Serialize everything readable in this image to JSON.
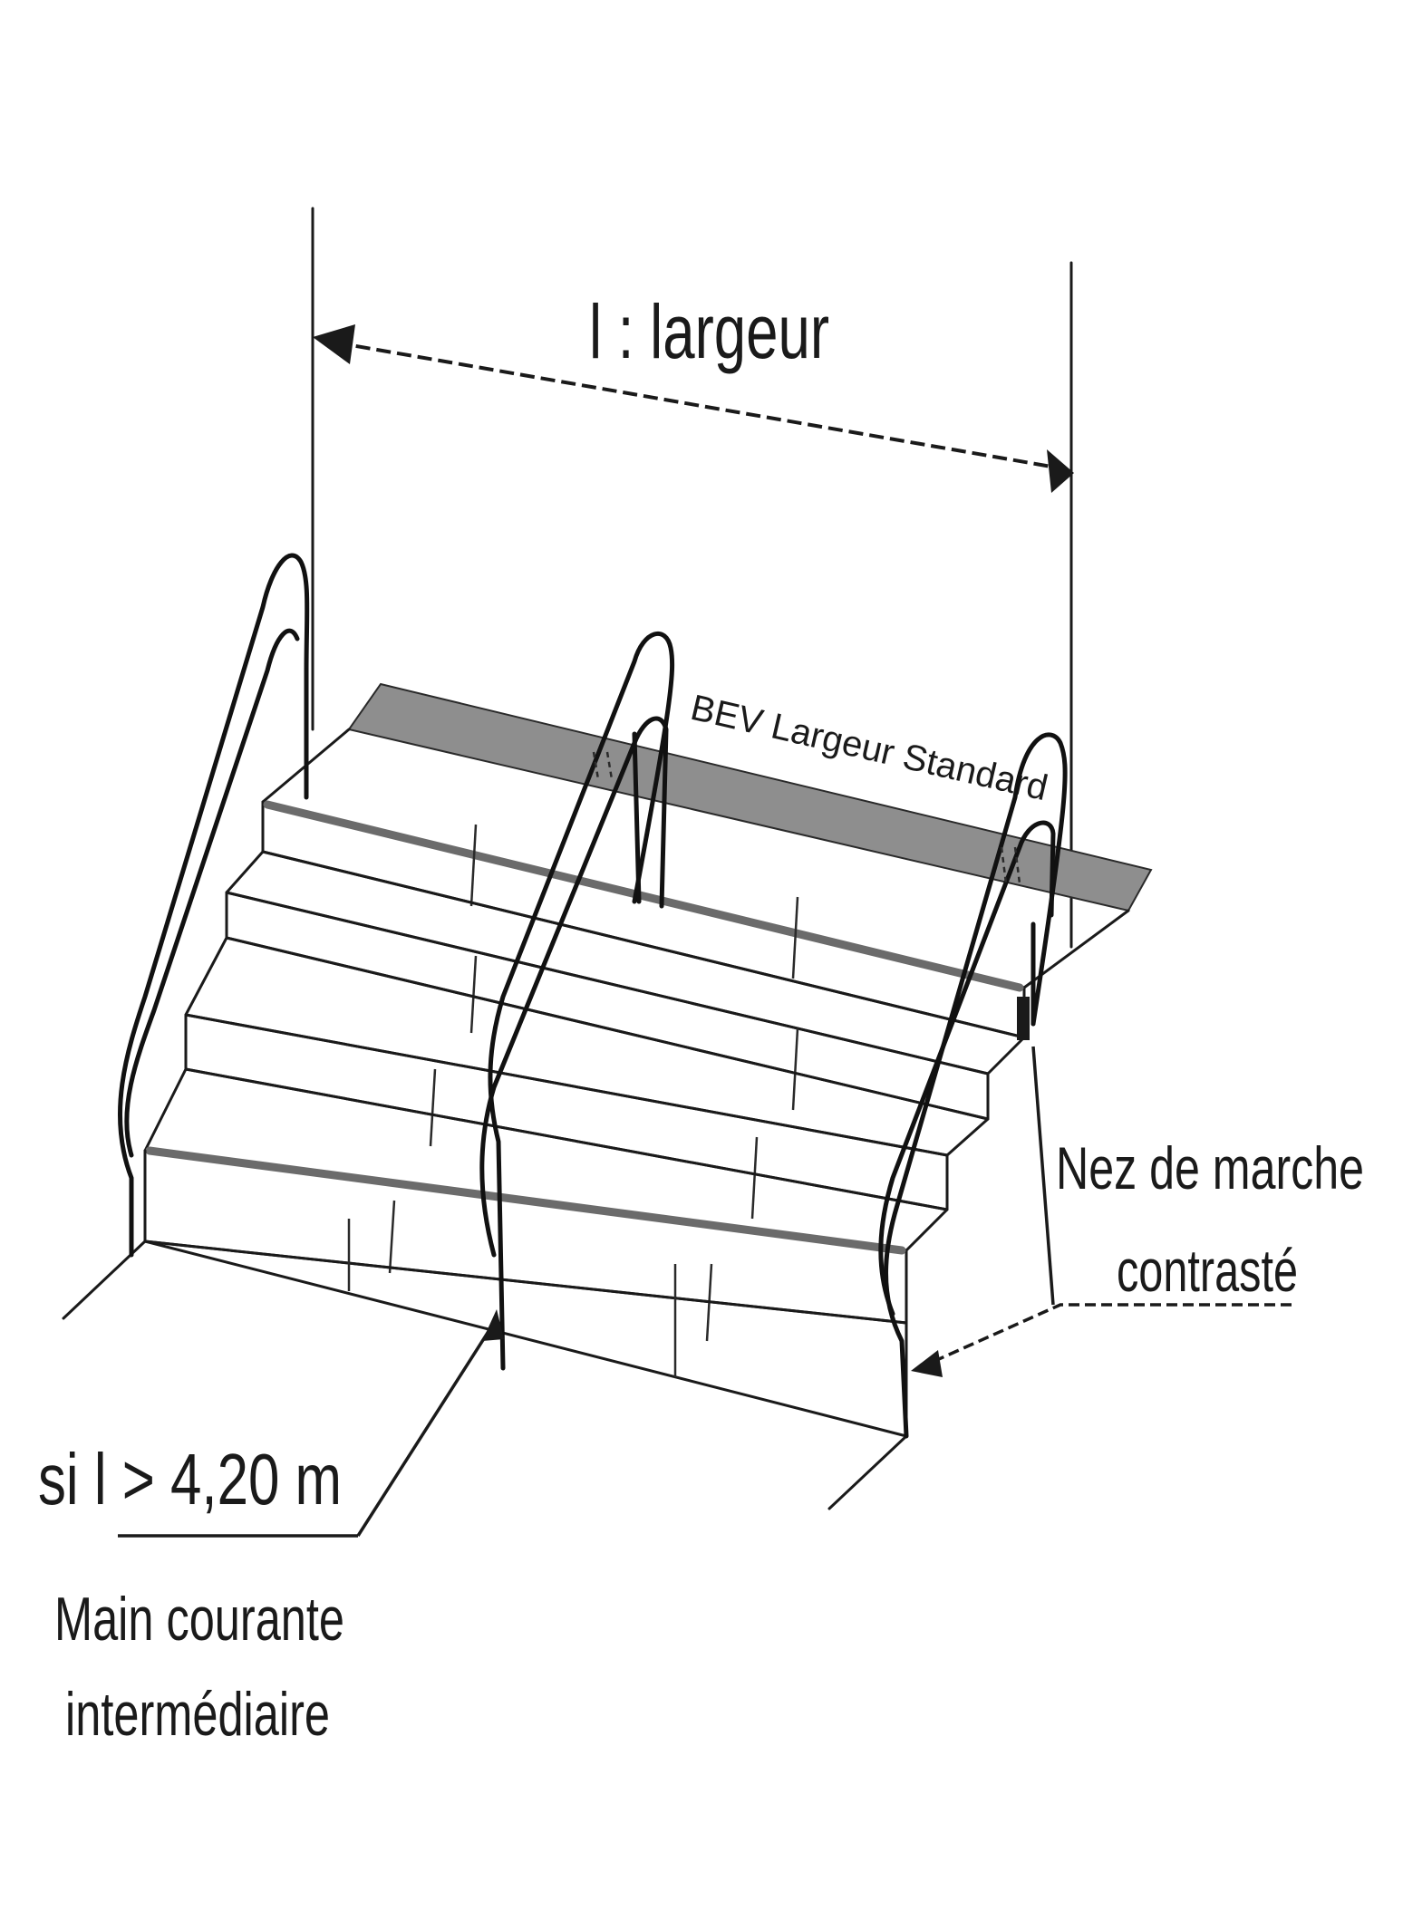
{
  "labels": {
    "width_dimension": "l : largeur",
    "bev_strip": "BEV Largeur Standard",
    "nosing_line1": "Nez de marche",
    "nosing_line2": "contrasté",
    "condition": "si l > 4,20 m",
    "handrail_line1": "Main courante",
    "handrail_line2": "intermédiaire"
  },
  "colors": {
    "ink": "#1a1a1a",
    "bev_strip": "#8e8e8e",
    "nosing": "#6b6b6b",
    "background": "#ffffff"
  }
}
